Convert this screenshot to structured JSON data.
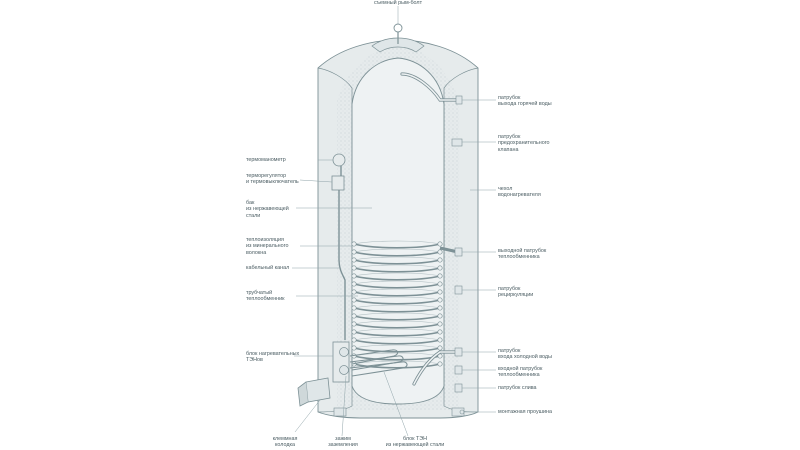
{
  "labels": {
    "top_bolt": "съемный рым-болт",
    "hot_outlet": "патрубок\nвыхода горячей воды",
    "safety_valve": "патрубок\nпредохранительного\nклапана",
    "casing": "чехол\nводонагревателя",
    "coil_outlet": "выходной патрубок\nтеплообменника",
    "recirculation": "патрубок\nрециркуляции",
    "cold_inlet": "патрубок\nвхода холодной воды",
    "coil_inlet": "входной патрубок\nтеплообменника",
    "drain": "патрубок слива",
    "mount_eye": "монтажная проушина",
    "thermomanometer": "термоманометр",
    "thermostat": "терморегулятор\nи термовыключатель",
    "tank": "бак\nиз нержавеющей\nстали",
    "insulation": "теплоизоляция\nиз минерального\nволокна",
    "cable_channel": "кабельный канал",
    "tube_coil": "трубчатый\nтеплообменник",
    "heater_block": "блок нагревательных\nТЭНов",
    "terminal_box": "клеммная\nколодка",
    "ground_clamp": "зажим\nзаземления",
    "ten_block": "блок ТЭН\nиз нержавеющей стали"
  },
  "colors": {
    "outline": "#7d9196",
    "fill_outer": "#e6ebec",
    "fill_inner": "#eef2f3",
    "insulation_dot": "#b9c4c7",
    "leader": "#8fa3a8",
    "text": "#4a5c62"
  }
}
